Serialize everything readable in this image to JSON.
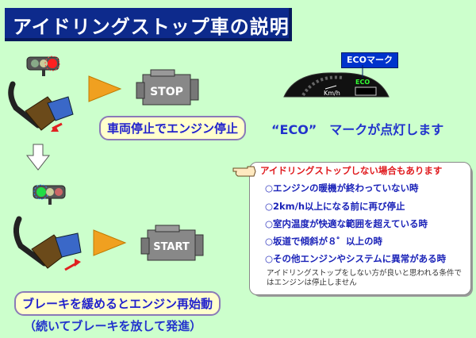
{
  "title": "アイドリングストップ車の説明",
  "stop_label": "STOP",
  "start_label": "START",
  "stop_caption": "車両停止でエンジン停止",
  "eco_caption": "“ECO”　マークが点灯します",
  "eco_callout": "ECOマーク",
  "meter": {
    "unit": "Km/h",
    "eco": "ECO"
  },
  "conditions": {
    "header": "アイドリングストップしない場合もあります",
    "items": [
      "○エンジンの暖機が終わっていない時",
      "○2km/h以上になる前に再び停止",
      "○室内温度が快適な範囲を超えている時",
      "○坂道で傾斜が８゜以上の時",
      "○その他エンジンやシステムに異常がある時"
    ],
    "note_line1": "アイドリングストップをしない方が良いと思われる条件で",
    "note_line2": "はエンジンは停止しません"
  },
  "restart_caption": "ブレーキを緩めるとエンジン再始動",
  "restart_subcaption": "（続いてブレーキを放して発進）",
  "colors": {
    "background": "#ccffcc",
    "title_bg": "#0d2a8c",
    "accent_blue": "#2233cc",
    "warning_red": "#e0191d",
    "arrow_orange": "#f0a020"
  }
}
